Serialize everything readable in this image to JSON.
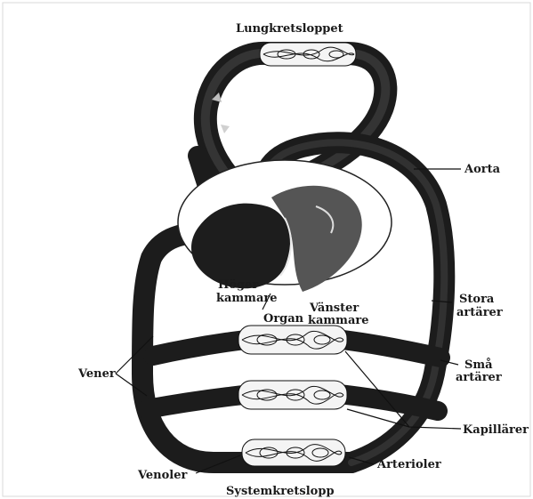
{
  "labels": {
    "pulmonary": "Lungkretsloppet",
    "aorta": "Aorta",
    "right_ventricle_1": "Höger",
    "right_ventricle_2": "kammare",
    "left_ventricle_1": "Vänster",
    "left_ventricle_2": "kammare",
    "organ": "Organ",
    "large_arteries_1": "Stora",
    "large_arteries_2": "artärer",
    "small_arteries_1": "Små",
    "small_arteries_2": "artärer",
    "veins": "Vener",
    "capillaries": "Kapillärer",
    "venules": "Venoler",
    "arterioles": "Arterioler",
    "systemic": "Systemkretslopp"
  }
}
